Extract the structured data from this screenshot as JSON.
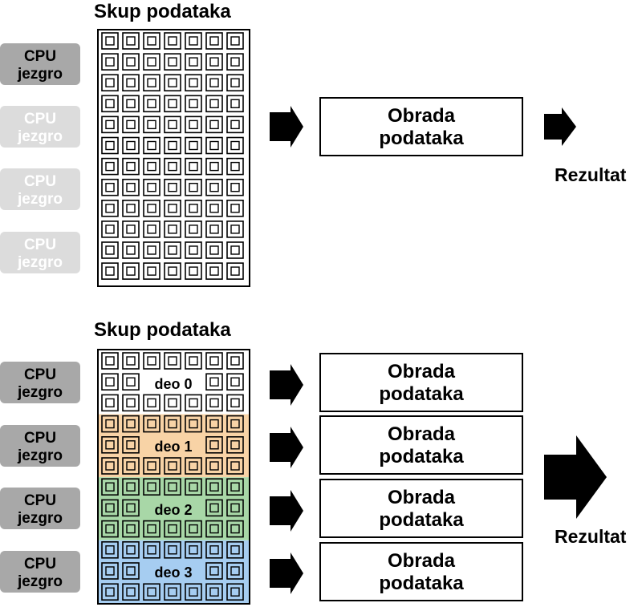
{
  "colors": {
    "cpu_active_bg": "#a8a8a8",
    "cpu_active_text": "#000000",
    "cpu_inactive_bg": "#dcdcdc",
    "cpu_inactive_text": "#ffffff",
    "part_0": "#ffffff",
    "part_1": "#f8d3a6",
    "part_2": "#a8d7a7",
    "part_3": "#a6cdf1"
  },
  "top": {
    "title": "Skup podataka",
    "cpus": [
      {
        "line1": "CPU",
        "line2": "jezgro",
        "active": true
      },
      {
        "line1": "CPU",
        "line2": "jezgro",
        "active": false
      },
      {
        "line1": "CPU",
        "line2": "jezgro",
        "active": false
      },
      {
        "line1": "CPU",
        "line2": "jezgro",
        "active": false
      }
    ],
    "process": {
      "line1": "Obrada",
      "line2": "podataka"
    },
    "result": "Rezultat"
  },
  "bottom": {
    "title": "Skup podataka",
    "cpus": [
      {
        "line1": "CPU",
        "line2": "jezgro",
        "active": true
      },
      {
        "line1": "CPU",
        "line2": "jezgro",
        "active": true
      },
      {
        "line1": "CPU",
        "line2": "jezgro",
        "active": true
      },
      {
        "line1": "CPU",
        "line2": "jezgro",
        "active": true
      }
    ],
    "parts": [
      {
        "label": "deo 0",
        "color": "#ffffff"
      },
      {
        "label": "deo 1",
        "color": "#f8d3a6"
      },
      {
        "label": "deo 2",
        "color": "#a8d7a7"
      },
      {
        "label": "deo 3",
        "color": "#a6cdf1"
      }
    ],
    "processes": [
      {
        "line1": "Obrada",
        "line2": "podataka"
      },
      {
        "line1": "Obrada",
        "line2": "podataka"
      },
      {
        "line1": "Obrada",
        "line2": "podataka"
      },
      {
        "line1": "Obrada",
        "line2": "podataka"
      }
    ],
    "result": "Rezultat"
  }
}
